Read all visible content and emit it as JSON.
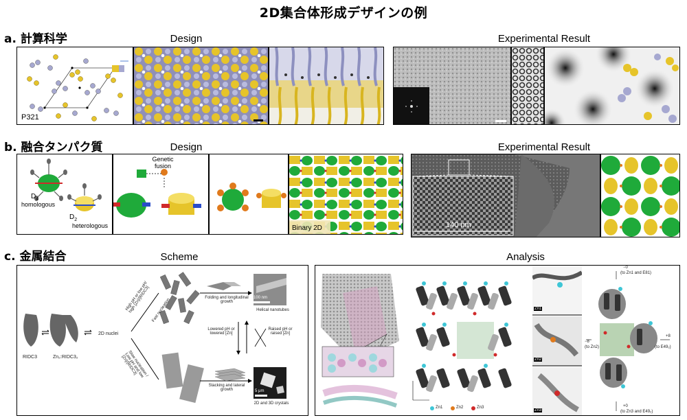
{
  "title": "2D集合体形成デザインの例",
  "sections": {
    "a": {
      "label": "a. 計算科学",
      "design_label": "Design",
      "result_label": "Experimental Result",
      "symmetry": "P321"
    },
    "b": {
      "label": "b. 融合タンパク質",
      "design_label": "Design",
      "result_label": "Experimental Result",
      "d4_label": "D",
      "d4_sub": "4",
      "d4_desc": "homologous",
      "d2_label": "D",
      "d2_sub": "2",
      "d2_desc": "heterologous",
      "fusion_label": "Genetic fusion",
      "binary_label": "Binary 2D",
      "scale_label": "140 nm"
    },
    "c": {
      "label": "c. 金属結合",
      "scheme_label": "Scheme",
      "analysis_label": "Analysis",
      "ridc3": "RIDC3",
      "zn_ridc3": "Zn₂:RIDC3₂",
      "nuclei": "2D nuclei",
      "cond_high": "High pH or low pH/ high [Zn]/[RIDC3]",
      "fast": "Fast nucleation",
      "cond_low": "Slow nucleation / Low pH and low [Zn]/[RIDC3]",
      "folding": "Folding and longitudinal growth",
      "helical": "Helical nanotubes",
      "scale_100": "100 nm",
      "lowered": "Lowered pH or lowered [Zn]",
      "raised": "Raised pH or raised [Zn]",
      "stacking": "Stacking and lateral growth",
      "crystals": "2D and 3D crystals",
      "scale_5": "5 μm",
      "legend": [
        "Zn1",
        "Zn2",
        "Zn3"
      ],
      "zn_labels": [
        "Zn1",
        "Zn2",
        "Zn3"
      ],
      "to_zn1": "(to Zn1 and E81)",
      "to_zn2": "(to Zn2)",
      "to_e49": "(to E49₂)",
      "to_zn3": "(to Zn3 and E49₂)",
      "plus8": "+8",
      "minus8": "−8",
      "minus0": "−0",
      "plus0": "+0"
    },
    "colors": {
      "violet": "#a6a8d0",
      "yellow": "#e6c42a",
      "green": "#1faa3a",
      "cyan": "#3ec6d6",
      "orange": "#e07a1c",
      "red": "#d02a2a"
    }
  }
}
